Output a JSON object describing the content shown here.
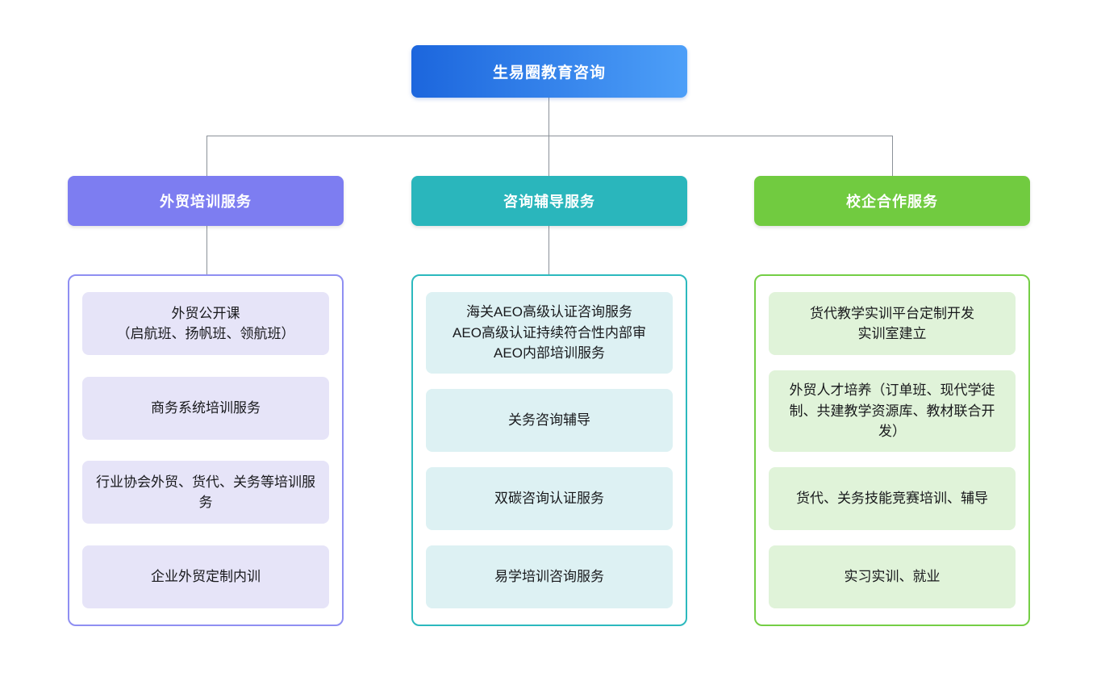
{
  "root": {
    "label": "生易圈教育咨询"
  },
  "colors": {
    "root_gradient_start": "#1c66dd",
    "root_gradient_end": "#4d9ff8",
    "branch_purple": "#7d7df1",
    "branch_purple_light": "#e6e4f8",
    "branch_teal": "#2ab6bc",
    "branch_teal_light": "#ddf1f3",
    "branch_green": "#71cb40",
    "branch_green_light": "#e0f3d9",
    "connector_line": "#8b9199",
    "item_text": "#18191c"
  },
  "columns": [
    {
      "header": "外贸培训服务",
      "items": [
        {
          "text": "外贸公开课\n（启航班、扬帆班、领航班）"
        },
        {
          "text": "商务系统培训服务"
        },
        {
          "text": "行业协会外贸、货代、关务等培训服务"
        },
        {
          "text": "企业外贸定制内训"
        }
      ]
    },
    {
      "header": "咨询辅导服务",
      "items": [
        {
          "text": "海关AEO高级认证咨询服务\nAEO高级认证持续符合性内部审\nAEO内部培训服务"
        },
        {
          "text": "关务咨询辅导"
        },
        {
          "text": "双碳咨询认证服务"
        },
        {
          "text": "易学培训咨询服务"
        }
      ]
    },
    {
      "header": "校企合作服务",
      "items": [
        {
          "text": "货代教学实训平台定制开发\n实训室建立"
        },
        {
          "text": "外贸人才培养（订单班、现代学徒制、共建教学资源库、教材联合开发）"
        },
        {
          "text": "货代、关务技能竞赛培训、辅导"
        },
        {
          "text": "实习实训、就业"
        }
      ]
    }
  ]
}
